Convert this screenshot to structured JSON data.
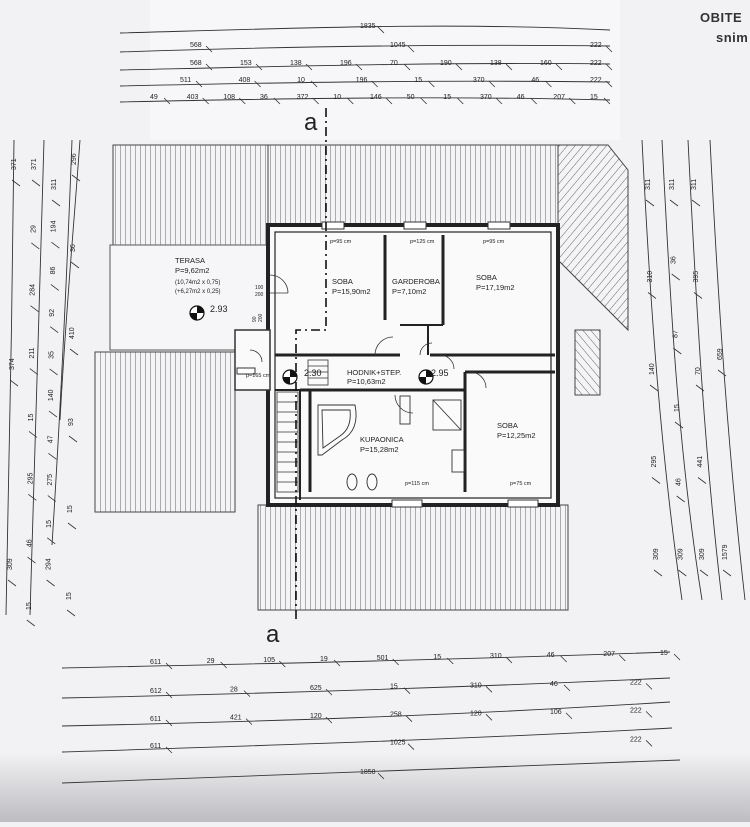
{
  "corner": {
    "title": "OBITE",
    "subtitle": "snim"
  },
  "section": {
    "top": "a",
    "bottom": "a"
  },
  "rooms": {
    "terasa": {
      "name": "TERASA",
      "area": "P=9,62m2",
      "calc1": "(10,74m2 x 0,75)",
      "calc2": "(+6,27m2 x 0,25)"
    },
    "soba1": {
      "name": "SOBA",
      "area": "P=15,90m2"
    },
    "garderoba": {
      "name": "GARDEROBA",
      "area": "P=7,10m2"
    },
    "soba2": {
      "name": "SOBA",
      "area": "P=17,19m2"
    },
    "hodnik": {
      "name": "HODNIK+STEP.",
      "area": "P=10,63m2"
    },
    "kupaonica": {
      "name": "KUPAONICA",
      "area": "P=15,28m2"
    },
    "soba3": {
      "name": "SOBA",
      "area": "P=12,25m2"
    }
  },
  "levels": {
    "terasa": "2.93",
    "hodnik_left": "2.30",
    "hodnik_right": "2.95"
  },
  "windows": {
    "w1": "p=95 cm",
    "w2": "p=125 cm",
    "w3": "p=95 cm",
    "w4": "p=165 cm",
    "w5": "p=115 cm",
    "w6": "p=75 cm"
  },
  "openings": {
    "o1": "100",
    "o2": "200",
    "o3": "90",
    "o4": "200"
  },
  "dims_top": {
    "r1": [
      "1835"
    ],
    "r2": [
      "568",
      "1045",
      "222"
    ],
    "r3": [
      "568",
      "153",
      "138",
      "196",
      "70",
      "190",
      "138",
      "160",
      "222"
    ],
    "r4": [
      "511",
      "408",
      "10",
      "196",
      "15",
      "370",
      "46",
      "222"
    ],
    "r5": [
      "49",
      "403",
      "108",
      "36",
      "372",
      "10",
      "146",
      "50",
      "15",
      "370",
      "46",
      "207",
      "15"
    ]
  },
  "dims_bottom": {
    "r1": [
      "611",
      "29",
      "105",
      "19",
      "501",
      "15",
      "310",
      "46",
      "207",
      "15"
    ],
    "r2": [
      "612",
      "28",
      "625",
      "15",
      "310",
      "46",
      "222"
    ],
    "r3": [
      "611",
      "421",
      "120",
      "258",
      "120",
      "106",
      "222"
    ],
    "r4": [
      "611",
      "1025",
      "222"
    ],
    "r5": [
      "1858"
    ]
  },
  "dims_left": {
    "c1": [
      "371",
      "374",
      "309"
    ],
    "c2": [
      "371",
      "29",
      "284",
      "211",
      "15",
      "295",
      "46",
      "15"
    ],
    "c3": [
      "311",
      "194",
      "86",
      "92",
      "35",
      "140",
      "47",
      "275",
      "15",
      "294"
    ],
    "c4": [
      "296",
      "36",
      "410",
      "93",
      "15",
      "15"
    ]
  },
  "dims_right": {
    "c1": [
      "311",
      "310",
      "140",
      "295",
      "309"
    ],
    "c2": [
      "311",
      "36",
      "87",
      "15",
      "46",
      "309"
    ],
    "c3": [
      "311",
      "395",
      "70",
      "441",
      "309"
    ],
    "c4": [
      "659",
      "1579"
    ]
  }
}
